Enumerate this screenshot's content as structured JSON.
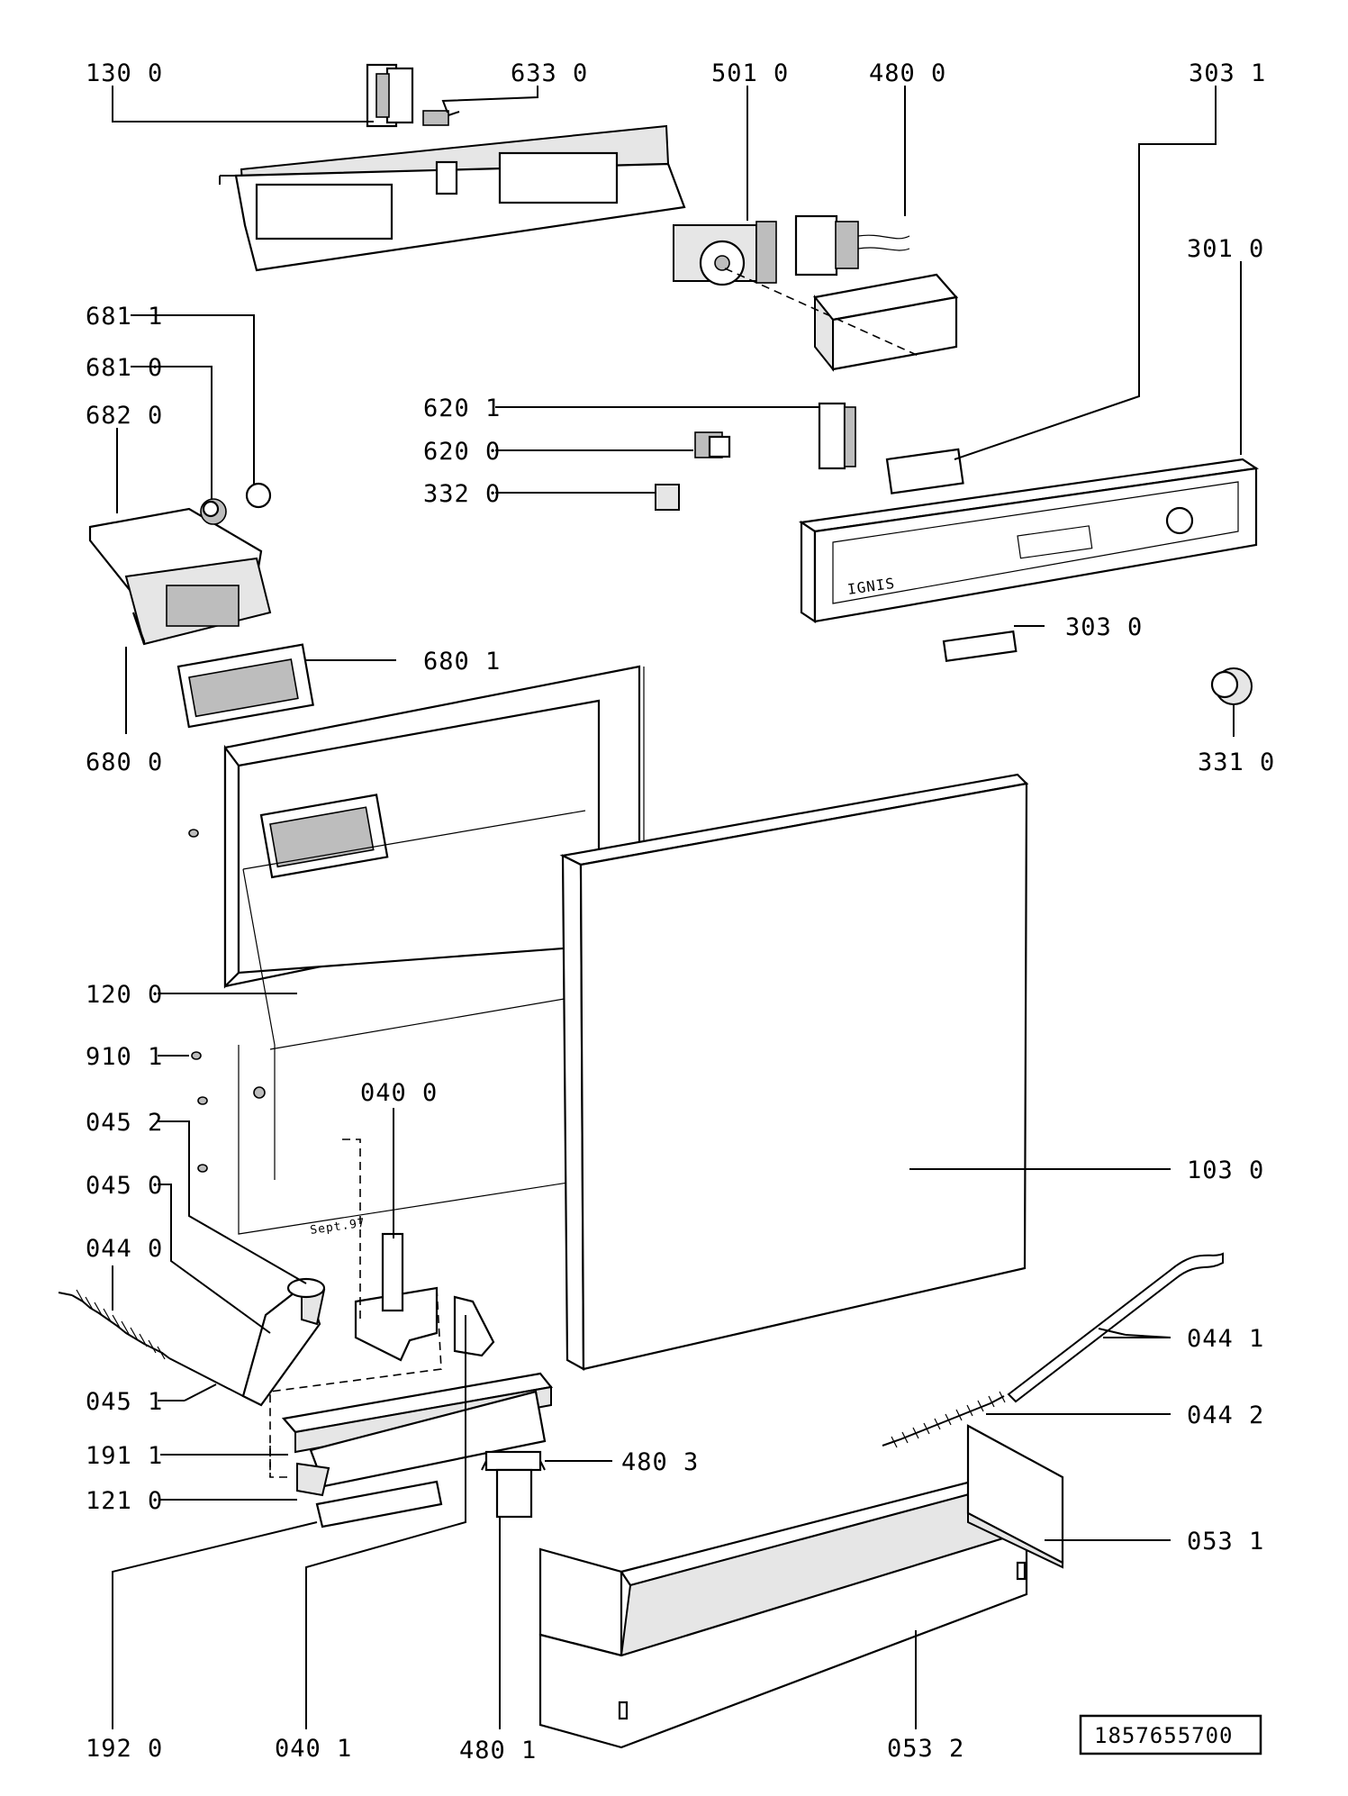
{
  "labels": {
    "l130_0": "130 0",
    "l633_0": "633 0",
    "l501_0": "501 0",
    "l480_0": "480 0",
    "l303_1": "303 1",
    "l301_0": "301 0",
    "l681_1": "681 1",
    "l681_0": "681 0",
    "l682_0": "682 0",
    "l620_1": "620 1",
    "l620_0": "620 0",
    "l332_0": "332 0",
    "l303_0": "303 0",
    "l680_1": "680 1",
    "l331_0": "331 0",
    "l680_0": "680 0",
    "l120_0": "120 0",
    "l910_1": "910 1",
    "l040_0": "040 0",
    "l045_2": "045 2",
    "l045_0": "045 0",
    "l103_0": "103 0",
    "l044_0": "044 0",
    "l044_1": "044 1",
    "l045_1": "045 1",
    "l044_2": "044 2",
    "l191_1": "191 1",
    "l480_3": "480 3",
    "l121_0": "121 0",
    "l053_1": "053 1",
    "l192_0": "192 0",
    "l040_1": "040 1",
    "l480_1": "480 1",
    "l053_2": "053 2"
  },
  "brand_text": "IGNIS",
  "stamp_text": "Sept.97",
  "drawing_number": "1857655700"
}
